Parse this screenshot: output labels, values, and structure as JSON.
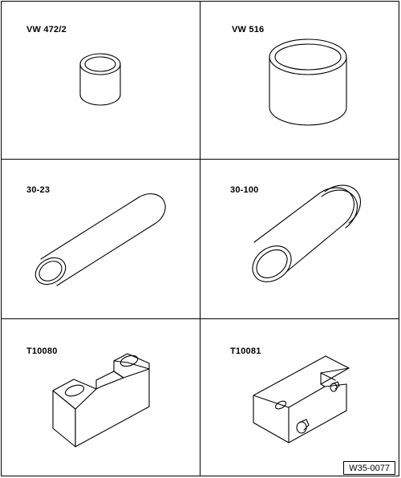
{
  "tools": [
    {
      "label": "VW 472/2",
      "icon": "short-sleeve-icon"
    },
    {
      "label": "VW 516",
      "icon": "large-sleeve-icon"
    },
    {
      "label": "30-23",
      "icon": "long-tube-icon"
    },
    {
      "label": "30-100",
      "icon": "flanged-tube-icon"
    },
    {
      "label": "T10080",
      "icon": "stepped-block-icon"
    },
    {
      "label": "T10081",
      "icon": "notched-block-icon"
    }
  ],
  "figure_number": "W35-0077"
}
